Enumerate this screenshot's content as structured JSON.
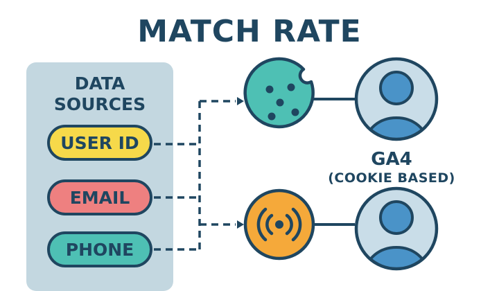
{
  "title": "MATCH RATE",
  "data_sources": {
    "heading_line1": "DATA",
    "heading_line2": "SOURCES",
    "items": [
      {
        "label": "USER ID",
        "color": "#f6d94a"
      },
      {
        "label": "EMAIL",
        "color": "#ee8080"
      },
      {
        "label": "PHONE",
        "color": "#4ec0b4"
      }
    ]
  },
  "targets": {
    "cookie_color": "#4ec0b4",
    "signal_color": "#f5a93a",
    "user_color": "#4a93c8",
    "ga4_label": "GA4",
    "ga4_sub": "(COOKIE BASED)"
  },
  "colors": {
    "primary": "#1f4660",
    "panel": "#c3d7e0",
    "user_bg": "#c9dde8"
  }
}
